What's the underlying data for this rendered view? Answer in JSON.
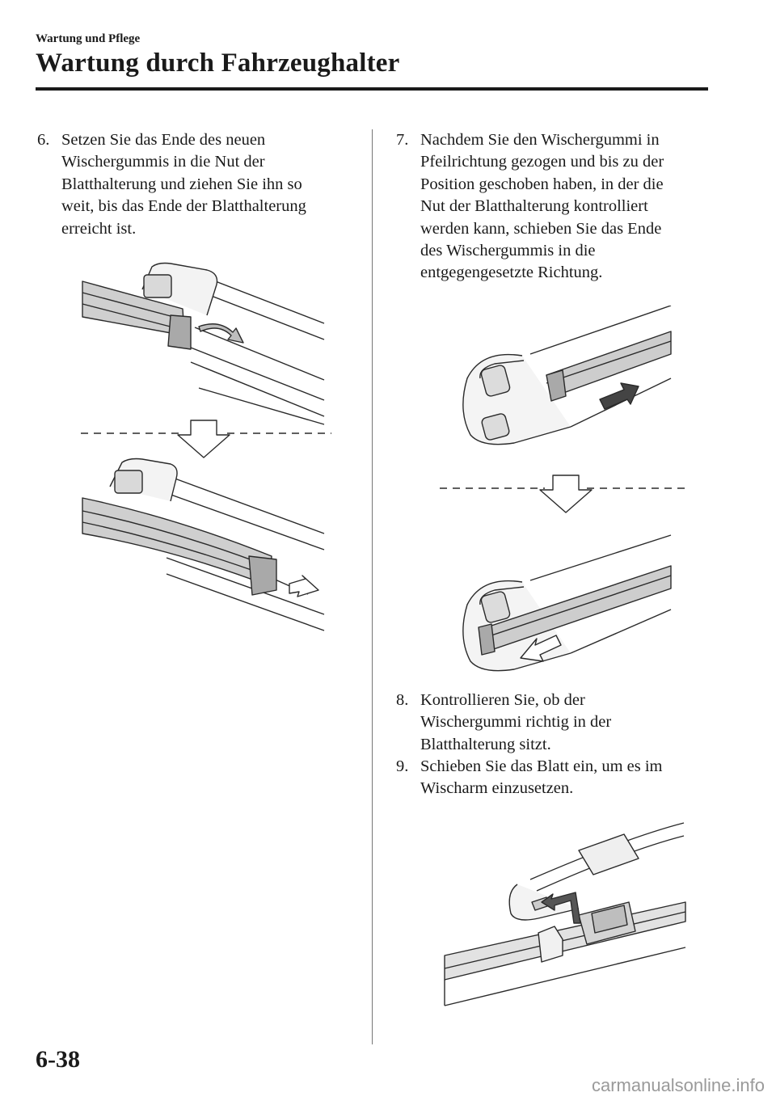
{
  "header": {
    "section": "Wartung und Pflege",
    "title": "Wartung durch Fahrzeughalter"
  },
  "steps": [
    {
      "num": "6.",
      "lines": [
        "Setzen Sie das Ende des neuen",
        "Wischergummis in die Nut der",
        "Blatthalterung und ziehen Sie ihn so",
        "weit, bis das Ende der Blatthalterung",
        "erreicht ist."
      ]
    },
    {
      "num": "7.",
      "lines": [
        "Nachdem Sie den Wischergummi in",
        "Pfeilrichtung gezogen und bis zu der",
        "Position geschoben haben, in der die",
        "Nut der Blatthalterung kontrolliert",
        "werden kann, schieben Sie das Ende",
        "des Wischergummis in die",
        "entgegengesetzte Richtung."
      ]
    },
    {
      "num": "8.",
      "lines": [
        "Kontrollieren Sie, ob der",
        "Wischergummi richtig in der",
        "Blatthalterung sitzt."
      ]
    },
    {
      "num": "9.",
      "lines": [
        "Schieben Sie das Blatt ein, um es im",
        "Wischarm einzusetzen."
      ]
    }
  ],
  "footer": {
    "page_number": "6-38",
    "watermark": "carmanualsonline.info"
  },
  "figures": {
    "step6": "wiper-rubber-insert-illustration",
    "step7": "wiper-rubber-slide-back-illustration",
    "step9": "wiper-blade-arm-attach-illustration"
  }
}
